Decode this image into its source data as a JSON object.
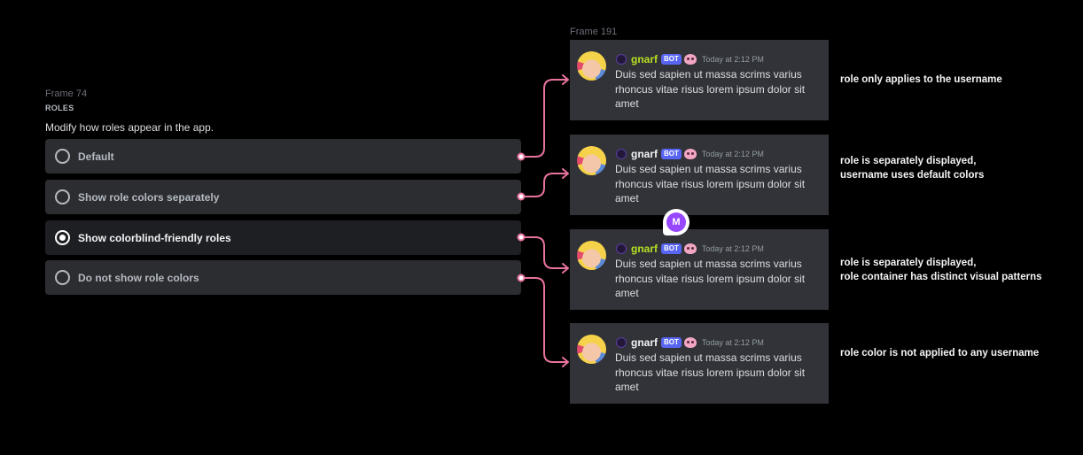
{
  "frames": {
    "left_label": "Frame 74",
    "right_label": "Frame 191"
  },
  "roles_panel": {
    "title": "ROLES",
    "description": "Modify how roles appear in the app.",
    "options": [
      {
        "label": "Default",
        "selected": false
      },
      {
        "label": "Show role colors separately",
        "selected": false
      },
      {
        "label": "Show colorblind-friendly roles",
        "selected": true
      },
      {
        "label": "Do not show role colors",
        "selected": false
      }
    ]
  },
  "messages": [
    {
      "username": "gnarf",
      "bot_tag": "BOT",
      "timestamp": "Today at 2:12 PM",
      "body": "Duis sed sapien ut massa scrims varius rhoncus vitae risus lorem ipsum dolor sit amet",
      "username_color": "#b7e023"
    },
    {
      "username": "gnarf",
      "bot_tag": "BOT",
      "timestamp": "Today at 2:12 PM",
      "body": "Duis sed sapien ut massa scrims varius rhoncus vitae risus lorem ipsum dolor sit amet",
      "username_color": "#f2f3f5"
    },
    {
      "username": "gnarf",
      "bot_tag": "BOT",
      "timestamp": "Today at 2:12 PM",
      "body": "Duis sed sapien ut massa scrims varius rhoncus vitae risus lorem ipsum dolor sit amet",
      "username_color": "#b7e023"
    },
    {
      "username": "gnarf",
      "bot_tag": "BOT",
      "timestamp": "Today at 2:12 PM",
      "body": "Duis sed sapien ut massa scrims varius rhoncus vitae risus lorem ipsum dolor sit amet",
      "username_color": "#f2f3f5"
    }
  ],
  "notes": [
    {
      "lines": [
        "role only applies to the username"
      ]
    },
    {
      "lines": [
        "role is separately displayed,",
        "username uses default colors"
      ]
    },
    {
      "lines": [
        "role is separately displayed,",
        "role container has distinct visual patterns"
      ]
    },
    {
      "lines": [
        "role color is not applied to any username"
      ]
    }
  ],
  "collaborator_badge": {
    "initial": "M",
    "color": "#9747ff"
  },
  "colors": {
    "connector": "#e8739f",
    "background": "#000000",
    "panel": "#2b2d31",
    "message_bg": "#313338",
    "bot_tag": "#5865f2"
  }
}
